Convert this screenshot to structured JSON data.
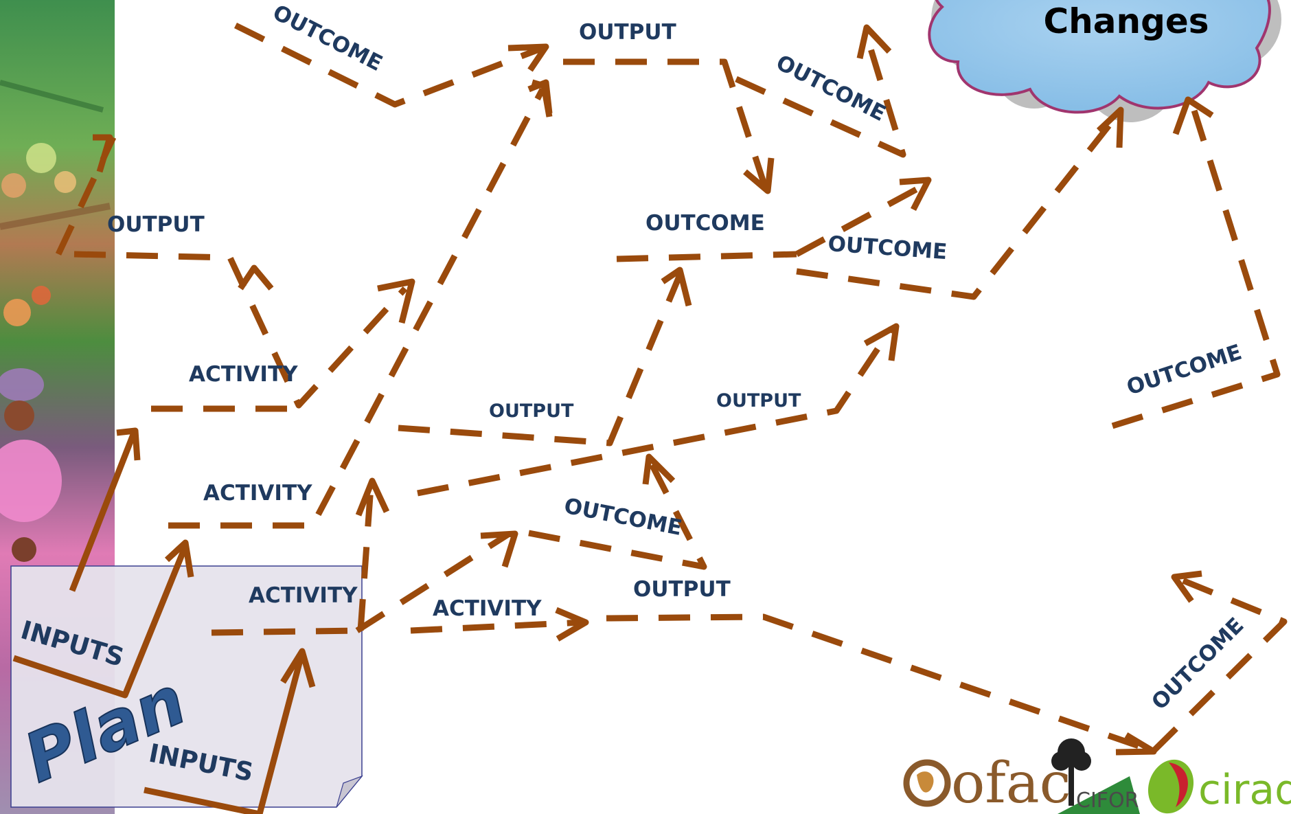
{
  "colors": {
    "arrow": "#9a4a0c",
    "label": "#1f3a5f",
    "cloud_fill": "#93c5ea",
    "cloud_stroke": "#a0356e",
    "plan_note": "#e6e3ec",
    "plan_text": "#2f5a92",
    "cirad_green": "#7ab929",
    "cirad_red": "#c8202f"
  },
  "cloud": {
    "title": "Changes"
  },
  "plan": {
    "title": "Plan"
  },
  "labels": {
    "outcome_top_left": "OUTCOME",
    "output_top": "OUTPUT",
    "outcome_top_right": "OUTCOME",
    "output_left": "OUTPUT",
    "outcome_mid": "OUTCOME",
    "outcome_mid_right": "OUTCOME",
    "activity_1": "ACTIVITY",
    "activity_2": "ACTIVITY",
    "activity_3": "ACTIVITY",
    "activity_4": "ACTIVITY",
    "output_center": "OUTPUT",
    "output_center_right": "OUTPUT",
    "outcome_center": "OUTCOME",
    "output_bottom": "OUTPUT",
    "outcome_right": "OUTCOME",
    "outcome_bottom_right": "OUTCOME",
    "inputs_1": "INPUTS",
    "inputs_2": "INPUTS"
  },
  "logos": {
    "ofac": "ofac",
    "cifor": "CIFOR",
    "cirad": "cirad"
  },
  "icons": [
    "painting-strip",
    "arrow-paths",
    "cloud-shape",
    "folded-note",
    "tree-icon",
    "cirad-leaf-icon"
  ]
}
